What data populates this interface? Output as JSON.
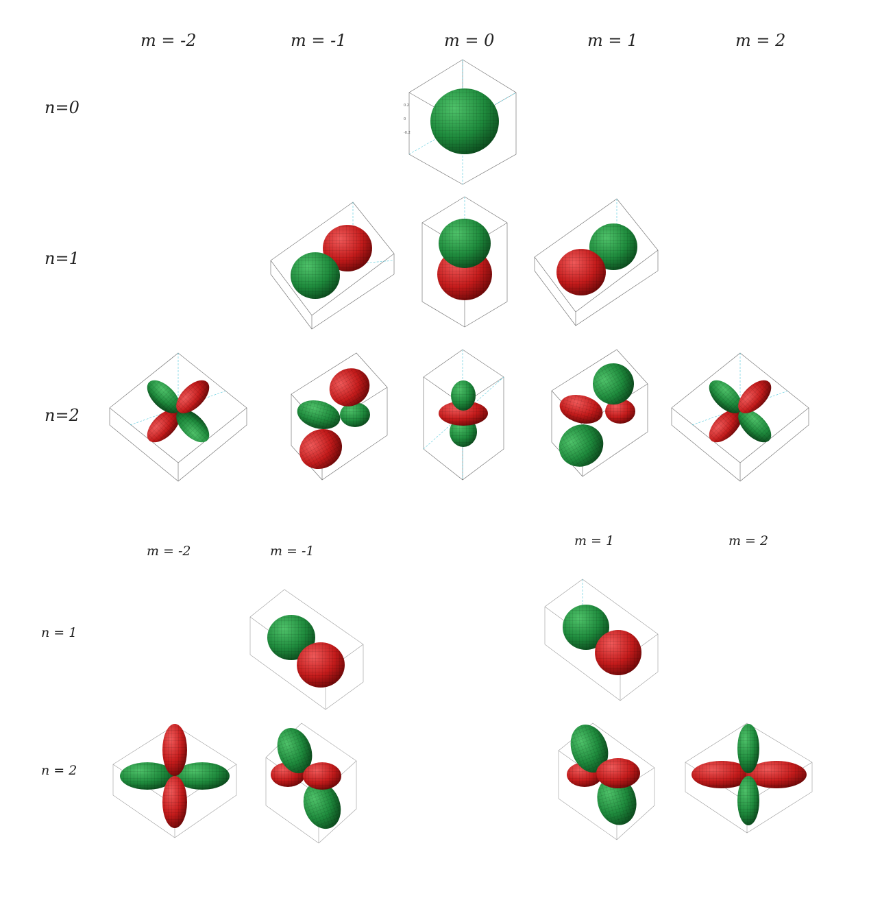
{
  "colors": {
    "positive": "#1e8a3c",
    "negative": "#c41b1b",
    "box": "#777777",
    "axis": "#66cfe0"
  },
  "top": {
    "m_labels": [
      "m = -2",
      "m = -1",
      "m = 0",
      "m = 1",
      "m = 2"
    ],
    "n_labels": [
      "n=0",
      "n=1",
      "n=2"
    ]
  },
  "bottom": {
    "m_labels": [
      "m = -2",
      "m = -1",
      "m = 1",
      "m = 2"
    ],
    "n_labels": [
      "n = 1",
      "n = 2"
    ]
  },
  "plots": [
    {
      "id": "top-n0-m0",
      "shape": "sphere"
    },
    {
      "id": "top-n1-m-1",
      "shape": "dumbbell-diag",
      "front": "positive"
    },
    {
      "id": "top-n1-m0",
      "shape": "dumbbell-vertical",
      "upper": "positive"
    },
    {
      "id": "top-n1-m1",
      "shape": "dumbbell-diag",
      "front": "negative"
    },
    {
      "id": "top-n2-m-2",
      "shape": "clover"
    },
    {
      "id": "top-n2-m-1",
      "shape": "tilted-clover",
      "upper": "negative"
    },
    {
      "id": "top-n2-m0",
      "shape": "dz2"
    },
    {
      "id": "top-n2-m1",
      "shape": "tilted-clover",
      "upper": "positive"
    },
    {
      "id": "top-n2-m2",
      "shape": "clover"
    },
    {
      "id": "bot-n1-m-1",
      "shape": "dumbbell-diag-down",
      "upper": "positive"
    },
    {
      "id": "bot-n1-m1",
      "shape": "dumbbell-diag-down",
      "upper": "positive"
    },
    {
      "id": "bot-n2-m-2",
      "shape": "plus-clover",
      "vertical": "negative"
    },
    {
      "id": "bot-n2-m-1",
      "shape": "tilted-clover-b",
      "upper": "positive"
    },
    {
      "id": "bot-n2-m1",
      "shape": "tilted-clover-b",
      "upper": "positive"
    },
    {
      "id": "bot-n2-m2",
      "shape": "plus-clover",
      "vertical": "positive"
    }
  ]
}
